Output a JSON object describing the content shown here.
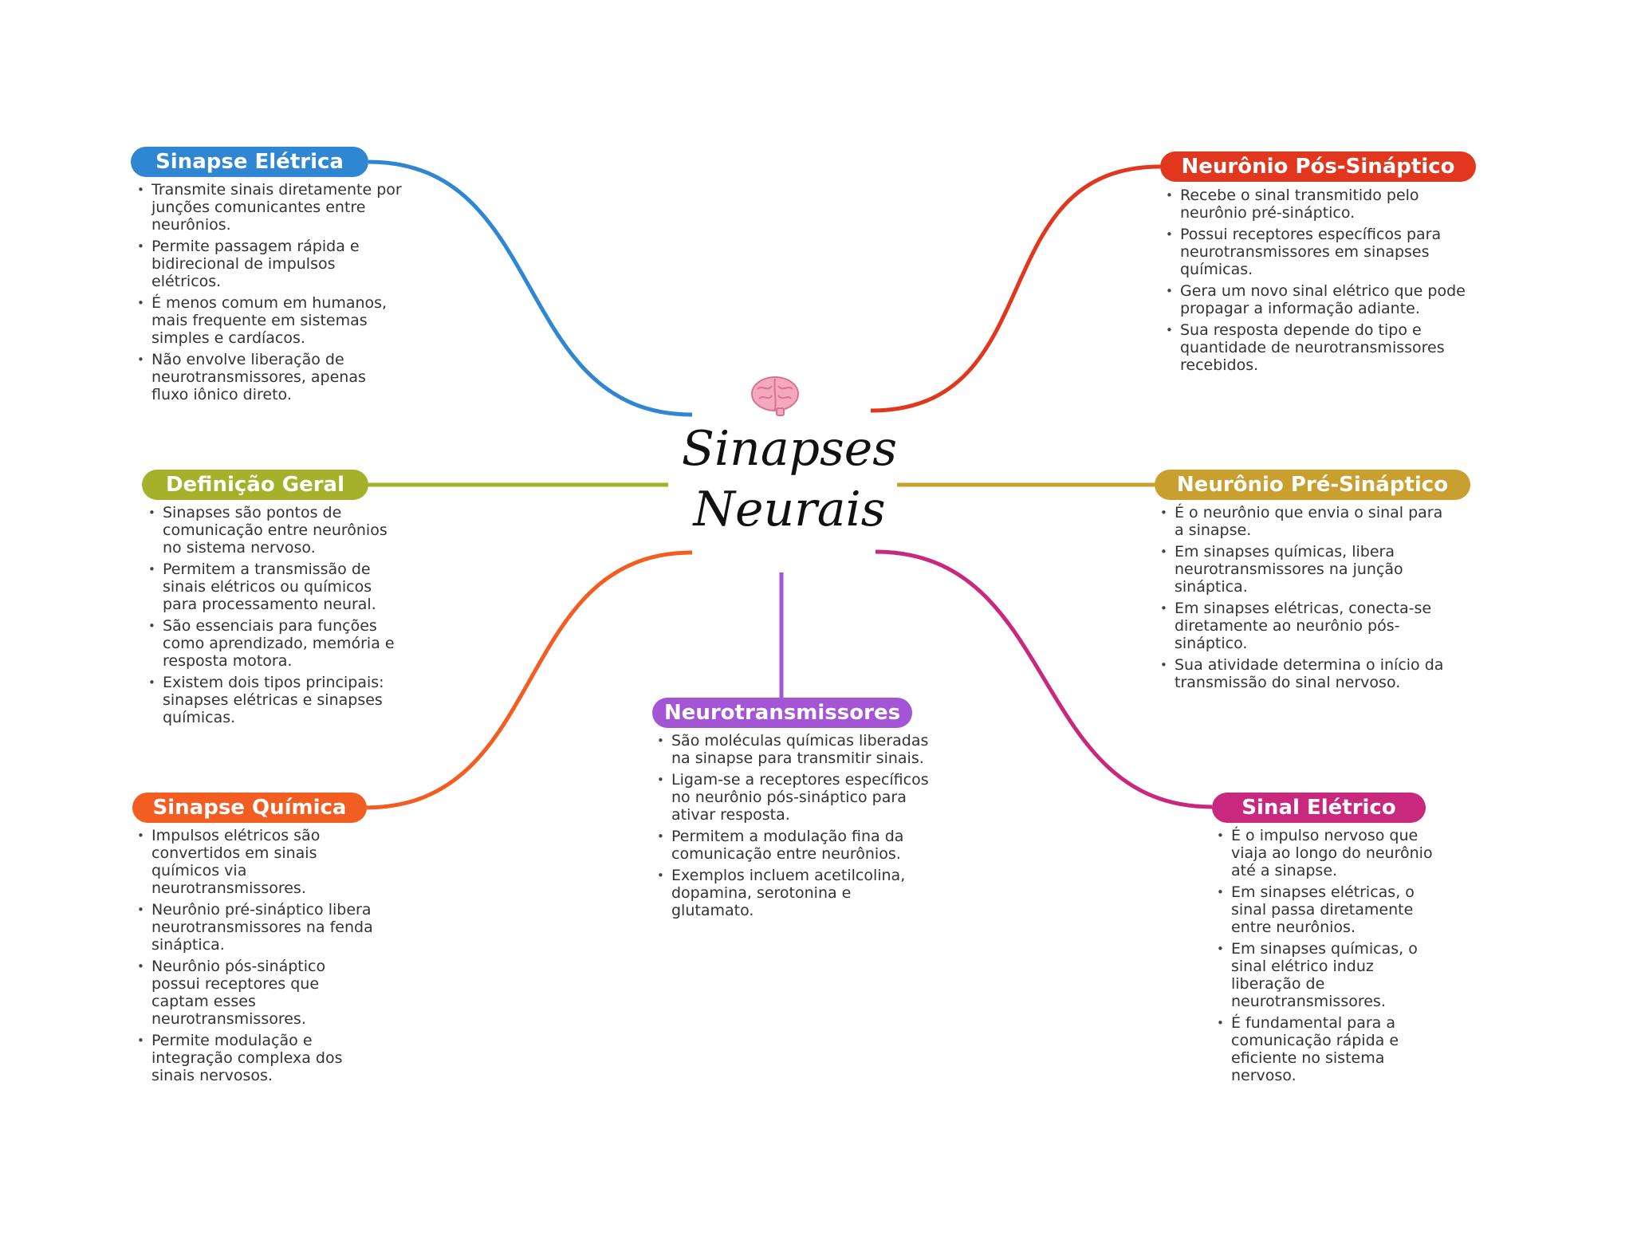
{
  "title": {
    "line1": "Sinapses",
    "line2": "Neurais"
  },
  "colors": {
    "blue": "#2f86d3",
    "red": "#e0371e",
    "olive": "#a3b22a",
    "gold": "#c9a030",
    "orange": "#f25d22",
    "purple": "#a355d6",
    "magenta": "#c9287f"
  },
  "nodes": {
    "sinapse_eletrica": {
      "label": "Sinapse Elétrica",
      "items": [
        "Transmite sinais diretamente por junções comunicantes entre neurônios.",
        "Permite passagem rápida e bidirecional de impulsos elétricos.",
        "É menos comum em humanos, mais frequente em sistemas simples e cardíacos.",
        "Não envolve liberação de neurotransmissores, apenas fluxo iônico direto."
      ]
    },
    "definicao_geral": {
      "label": "Definição Geral",
      "items": [
        "Sinapses são pontos de comunicação entre neurônios no sistema nervoso.",
        "Permitem a transmissão de sinais elétricos ou químicos para processamento neural.",
        "São essenciais para funções como aprendizado, memória e resposta motora.",
        "Existem dois tipos principais: sinapses elétricas e sinapses químicas."
      ]
    },
    "sinapse_quimica": {
      "label": "Sinapse Química",
      "items": [
        "Impulsos elétricos são convertidos em sinais químicos via neurotransmissores.",
        "Neurônio pré-sináptico libera neurotransmissores na fenda sináptica.",
        "Neurônio pós-sináptico possui receptores que captam esses neurotransmissores.",
        "Permite modulação e integração complexa dos sinais nervosos."
      ]
    },
    "neurotransmissores": {
      "label": "Neurotransmissores",
      "items": [
        "São moléculas químicas liberadas na sinapse para transmitir sinais.",
        "Ligam-se a receptores específicos no neurônio pós-sináptico para ativar resposta.",
        "Permitem a modulação fina da comunicação entre neurônios.",
        "Exemplos incluem acetilcolina, dopamina, serotonina e glutamato."
      ]
    },
    "neuronio_pos": {
      "label": "Neurônio Pós-Sináptico",
      "items": [
        "Recebe o sinal transmitido pelo neurônio pré-sináptico.",
        "Possui receptores específicos para neurotransmissores em sinapses químicas.",
        "Gera um novo sinal elétrico que pode propagar a informação adiante.",
        "Sua resposta depende do tipo e quantidade de neurotransmissores recebidos."
      ]
    },
    "neuronio_pre": {
      "label": "Neurônio Pré-Sináptico",
      "items": [
        "É o neurônio que envia o sinal para a sinapse.",
        "Em sinapses químicas, libera neurotransmissores na junção sináptica.",
        "Em sinapses elétricas, conecta-se diretamente ao neurônio pós-sináptico.",
        "Sua atividade determina o início da transmissão do sinal nervoso."
      ]
    },
    "sinal_eletrico": {
      "label": "Sinal Elétrico",
      "items": [
        "É o impulso nervoso que viaja ao longo do neurônio até a sinapse.",
        "Em sinapses elétricas, o sinal passa diretamente entre neurônios.",
        "Em sinapses químicas, o sinal elétrico induz liberação de neurotransmissores.",
        "É fundamental para a comunicação rápida e eficiente no sistema nervoso."
      ]
    }
  }
}
